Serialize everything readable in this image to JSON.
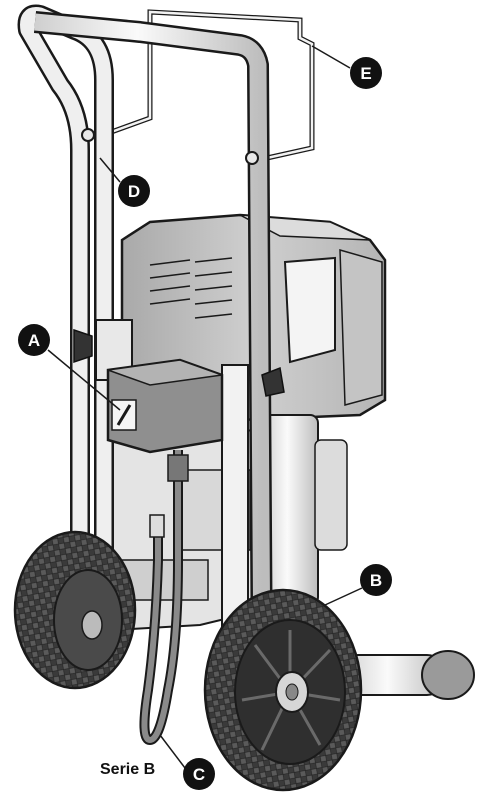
{
  "caption": "Serie B",
  "callouts": {
    "a": "A",
    "b": "B",
    "c": "C",
    "d": "D",
    "e": "E"
  },
  "colors": {
    "outline": "#1a1a1a",
    "frame": "#e6e6e6",
    "housing": "#bdbdbd",
    "tire": "#3a3a3a",
    "callout_fill": "#111111"
  }
}
